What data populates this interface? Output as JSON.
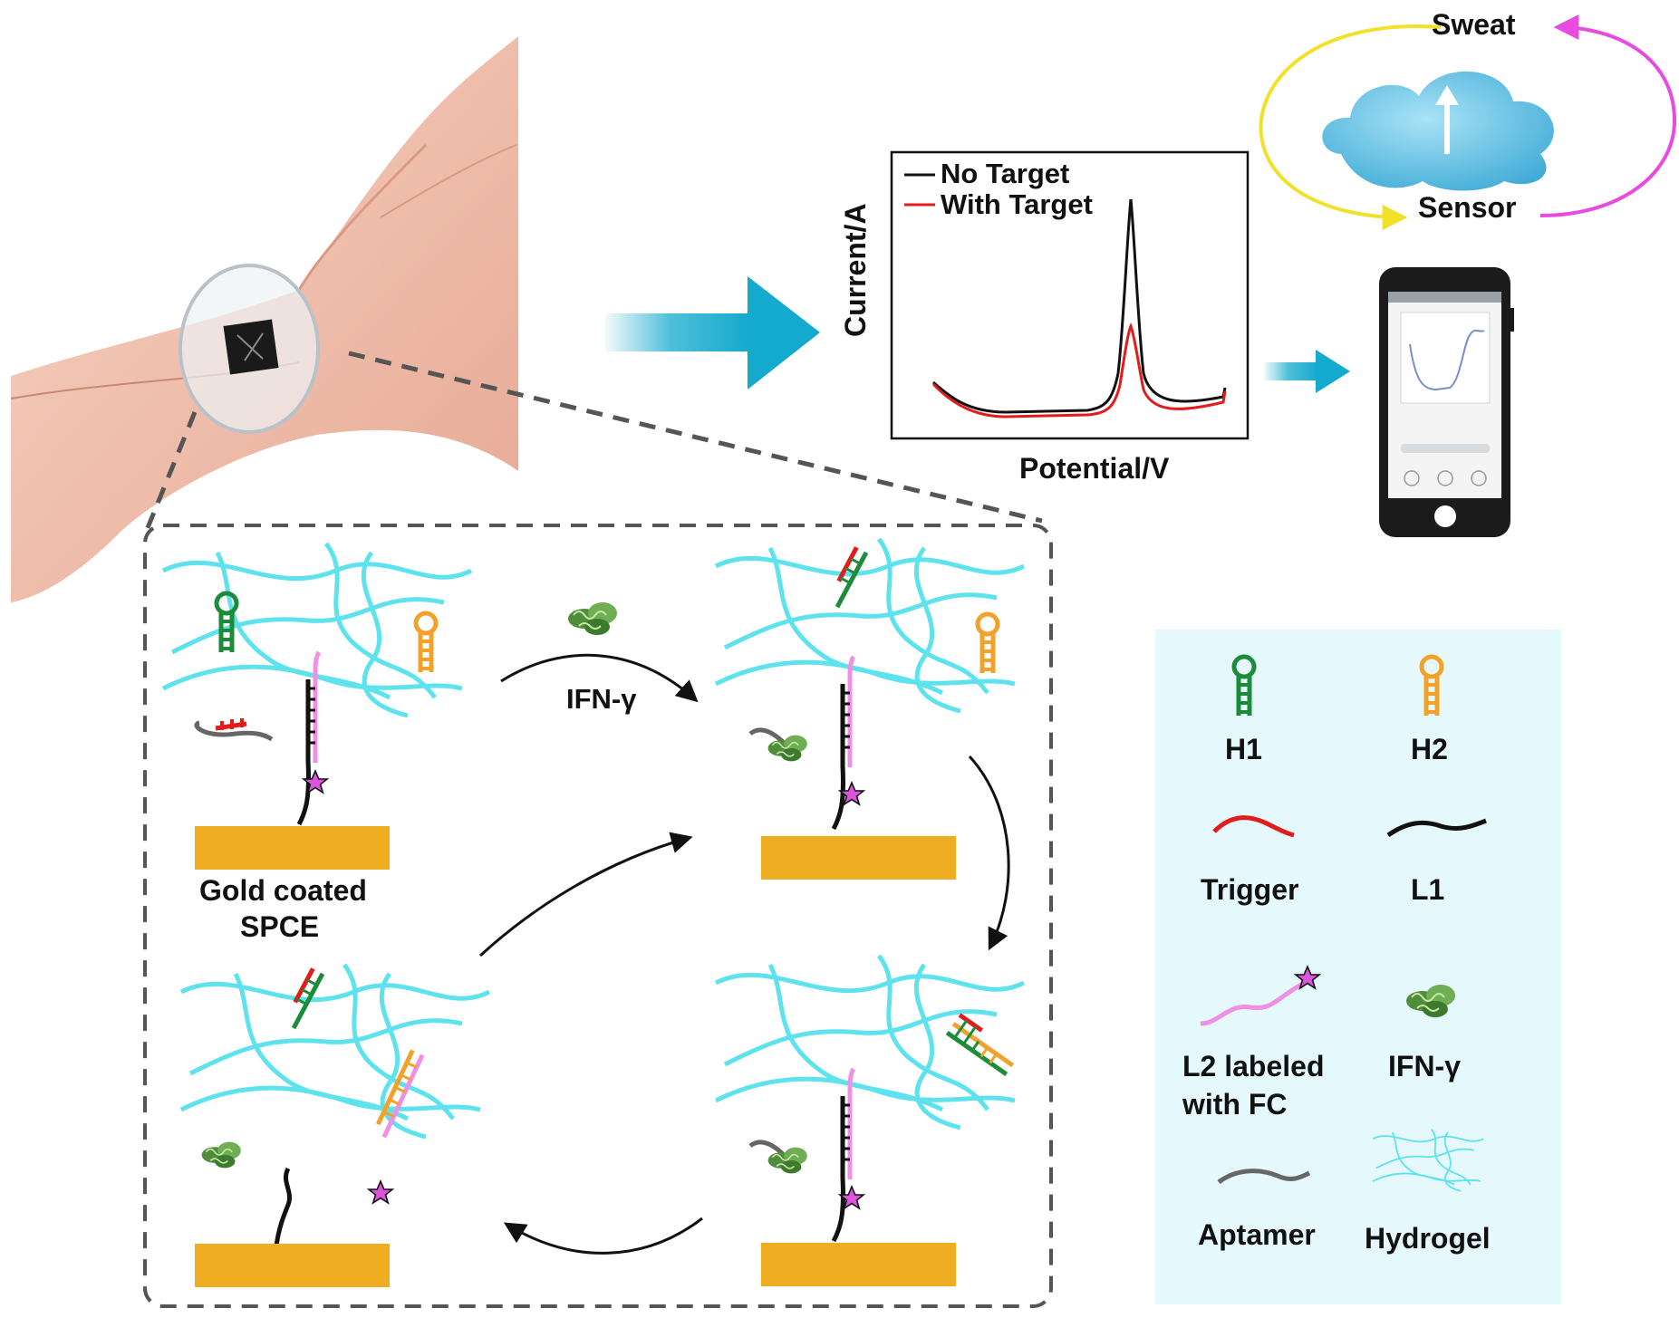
{
  "graph": {
    "legend_no_target": "No Target",
    "legend_with_target": "With Target",
    "ylabel": "Current/A",
    "xlabel": "Potential/V",
    "colors": {
      "no_target": "#111111",
      "with_target": "#e21b1b"
    }
  },
  "cycle": {
    "top": "Sweat",
    "bottom": "Sensor"
  },
  "scheme": {
    "electrode_label_line1": "Gold coated",
    "electrode_label_line2": "SPCE",
    "arrow_label": "IFN-γ"
  },
  "legend": {
    "h1": "H1",
    "h2": "H2",
    "trigger": "Trigger",
    "l1": "L1",
    "l2_line1": "L2 labeled",
    "l2_line2": "with FC",
    "ifn": "IFN-γ",
    "aptamer": "Aptamer",
    "hydrogel": "Hydrogel"
  },
  "colors": {
    "hydrogel": "#5ee3ee",
    "gold": "#efae22",
    "h1": "#1d8c3a",
    "h2": "#f2a22a",
    "trigger": "#e31b1b",
    "l2": "#ef8fe6",
    "star": "#dd55dd",
    "arrow": "#13aacd",
    "legend_bg": "#e5f8fb"
  }
}
